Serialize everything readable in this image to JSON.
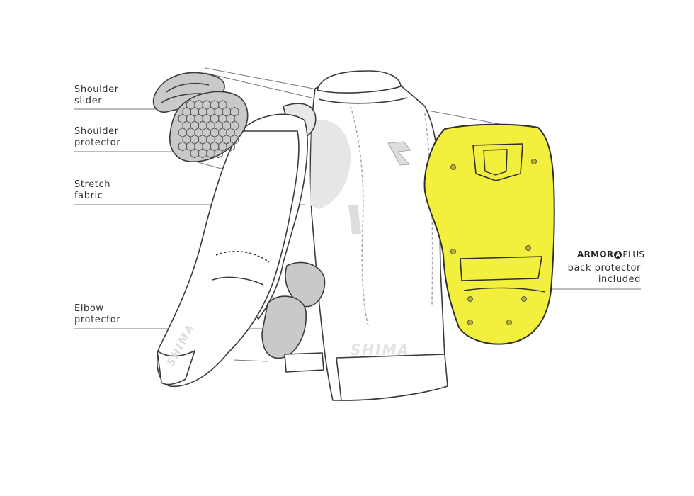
{
  "labels": {
    "shoulder_slider": [
      "Shoulder",
      "slider"
    ],
    "shoulder_protector": [
      "Shoulder",
      "protector"
    ],
    "stretch_fabric": [
      "Stretch",
      "fabric"
    ],
    "elbow_protector": [
      "Elbow",
      "protector"
    ],
    "back_protector": [
      "back protector",
      "included"
    ]
  },
  "brand": {
    "armor": "ARMOR",
    "mark": "A",
    "plus": "PLUS"
  },
  "jacket_text": {
    "back_logo": "SHIMA",
    "sleeve_logo": "SHIMA"
  },
  "colors": {
    "back_protector": "#f2f03c",
    "protector_gray": "#c9c9c9",
    "line": "#3a3a3a",
    "fabric_gray": "#e6e6e6"
  }
}
